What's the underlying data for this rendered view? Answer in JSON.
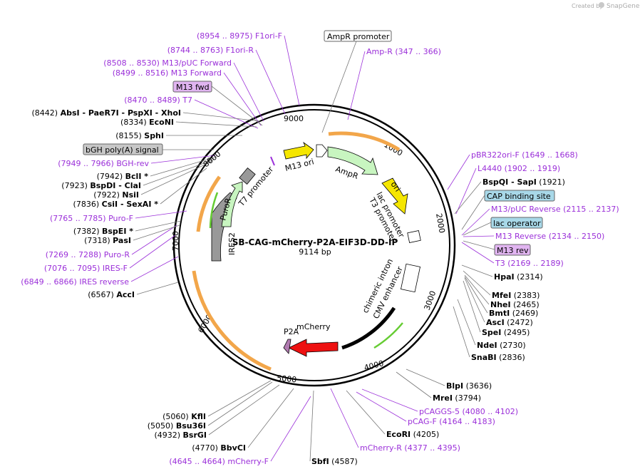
{
  "brand": {
    "text": "Created by",
    "name": "SnapGene"
  },
  "plasmid": {
    "name": "SB-CAG-mCherry-P2A-EIF3D-DD-IP",
    "size": "9114 bp"
  },
  "ticks": [
    "1000",
    "2000",
    "3000",
    "4000",
    "5000",
    "6000",
    "7000",
    "8000",
    "9000"
  ],
  "features": {
    "m13_ori": "M13 ori",
    "ampr": "AmpR",
    "ori": "ori",
    "lac_promoter": "lac promoter",
    "t3_promoter": "T3 promoter",
    "t7_promoter": "T7 promoter",
    "puror": "PuroR",
    "iress2": "IRES2",
    "mcherry": "mCherry",
    "p2a": "P2A",
    "chimeric_intron": "chimeric intron",
    "cmv_enhancer": "CMV enhancer"
  },
  "boxed": {
    "ampr_promoter": "AmpR promoter",
    "m13_fwd": "M13 fwd",
    "bgh": "bGH poly(A) signal",
    "cap": "CAP binding site",
    "lac_operator": "lac operator",
    "m13_rev": "M13 rev"
  },
  "primers_left": [
    {
      "range": "(8954 .. 8975)",
      "name": "F1ori-F"
    },
    {
      "range": "(8744 .. 8763)",
      "name": "F1ori-R"
    },
    {
      "range": "(8508 .. 8530)",
      "name": "M13/pUC Forward"
    },
    {
      "range": "(8499 .. 8516)",
      "name": "M13 Forward"
    },
    {
      "range": "(8470 .. 8489)",
      "name": "T7"
    },
    {
      "range": "(7949 .. 7966)",
      "name": "BGH-rev"
    },
    {
      "range": "(7765 .. 7785)",
      "name": "Puro-F"
    },
    {
      "range": "(7269 .. 7288)",
      "name": "Puro-R"
    },
    {
      "range": "(7076 .. 7095)",
      "name": "IRES-F"
    },
    {
      "range": "(6849 .. 6866)",
      "name": "IRES reverse"
    },
    {
      "range": "(4645 .. 4664)",
      "name": "mCherry-F"
    }
  ],
  "primers_right": [
    {
      "name": "Amp-R",
      "range": "(347 .. 366)"
    },
    {
      "name": "pBR322ori-F",
      "range": "(1649 .. 1668)"
    },
    {
      "name": "L4440",
      "range": "(1902 .. 1919)"
    },
    {
      "name": "M13/pUC Reverse",
      "range": "(2115 .. 2137)"
    },
    {
      "name": "M13 Reverse",
      "range": "(2134 .. 2150)"
    },
    {
      "name": "T3",
      "range": "(2169 .. 2189)"
    },
    {
      "name": "pCAGGS-5",
      "range": "(4080 .. 4102)"
    },
    {
      "name": "pCAG-F",
      "range": "(4164 .. 4183)"
    },
    {
      "name": "mCherry-R",
      "range": "(4377 .. 4395)"
    }
  ],
  "sites_left": [
    {
      "pos": "(8442)",
      "parts": [
        "AbsI",
        "PaeR7I",
        "PspXI",
        "XhoI"
      ]
    },
    {
      "pos": "(8334)",
      "parts": [
        "EcoNI"
      ]
    },
    {
      "pos": "(8155)",
      "parts": [
        "SphI"
      ]
    },
    {
      "pos": "(7942)",
      "parts": [
        "BclI *"
      ]
    },
    {
      "pos": "(7923)",
      "parts": [
        "BspDI",
        "ClaI"
      ]
    },
    {
      "pos": "(7922)",
      "parts": [
        "NsiI"
      ]
    },
    {
      "pos": "(7836)",
      "parts": [
        "CsiI",
        "SexAI *"
      ]
    },
    {
      "pos": "(7382)",
      "parts": [
        "BspEI *"
      ]
    },
    {
      "pos": "(7318)",
      "parts": [
        "PasI"
      ]
    },
    {
      "pos": "(6567)",
      "parts": [
        "AccI"
      ]
    },
    {
      "pos": "(5060)",
      "parts": [
        "KflI"
      ]
    },
    {
      "pos": "(5050)",
      "parts": [
        "Bsu36I"
      ]
    },
    {
      "pos": "(4932)",
      "parts": [
        "BsrGI"
      ]
    },
    {
      "pos": "(4770)",
      "parts": [
        "BbvCI"
      ]
    }
  ],
  "sites_right": [
    {
      "name": "BspQI - SapI",
      "pos": "(1921)"
    },
    {
      "name": "HpaI",
      "pos": "(2314)"
    },
    {
      "name": "MfeI",
      "pos": "(2383)"
    },
    {
      "name": "NheI",
      "pos": "(2465)"
    },
    {
      "name": "BmtI",
      "pos": "(2469)"
    },
    {
      "name": "AscI",
      "pos": "(2472)"
    },
    {
      "name": "SpeI",
      "pos": "(2495)"
    },
    {
      "name": "NdeI",
      "pos": "(2730)"
    },
    {
      "name": "SnaBI",
      "pos": "(2836)"
    },
    {
      "name": "BlpI",
      "pos": "(3636)"
    },
    {
      "name": "MreI",
      "pos": "(3794)"
    },
    {
      "name": "EcoRI",
      "pos": "(4205)"
    },
    {
      "name": "SbfI",
      "pos": "(4587)"
    }
  ],
  "colors": {
    "purple": "#9b30d9",
    "yellow": "#f5e600",
    "green": "#c8f5c0",
    "red": "#ee1111",
    "grey": "#999999",
    "orange": "#f2a64a"
  }
}
